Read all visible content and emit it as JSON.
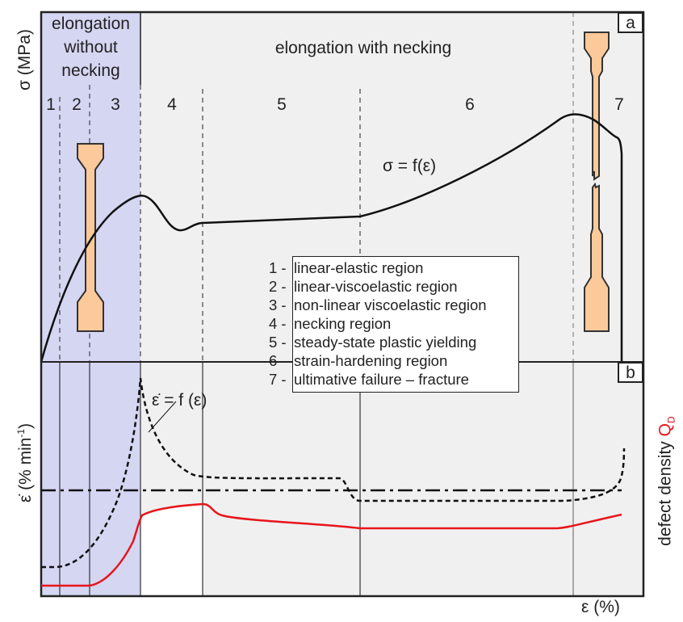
{
  "panel_a": {
    "label": "a",
    "y_axis_label": "σ (MPa)",
    "header_left": [
      "elongation",
      "without",
      "necking"
    ],
    "header_right": "elongation with necking",
    "region_numbers": [
      "1",
      "2",
      "3",
      "4",
      "5",
      "6",
      "7"
    ],
    "curve_label": "σ = f(ε)"
  },
  "panel_b": {
    "label": "b",
    "y_axis_label_left": "ε̇ (% min",
    "y_axis_label_left_sup": "-1",
    "y_axis_label_left_close": ")",
    "y_axis_label_right": "defect density ",
    "y_axis_label_right_symbol": "Q",
    "y_axis_label_right_sub": "D",
    "curve_label": "ε̇ = f (ε)",
    "x_axis_label": "ε (%)"
  },
  "legend": [
    {
      "num": "1 -",
      "text": "linear-elastic region"
    },
    {
      "num": "2 -",
      "text": "linear-viscoelastic region"
    },
    {
      "num": "3 -",
      "text": "non-linear viscoelastic region"
    },
    {
      "num": "4 -",
      "text": "necking region"
    },
    {
      "num": "5 -",
      "text": "steady-state plastic yielding"
    },
    {
      "num": "6 -",
      "text": "strain-hardening region"
    },
    {
      "num": "7 -",
      "text": "ultimative failure – fracture"
    }
  ],
  "colors": {
    "without_necking_bg": "#d4d6f2",
    "with_necking_bg": "#f0f0f0",
    "specimen": "#fcc99a",
    "defect_density": "#e8141b"
  }
}
